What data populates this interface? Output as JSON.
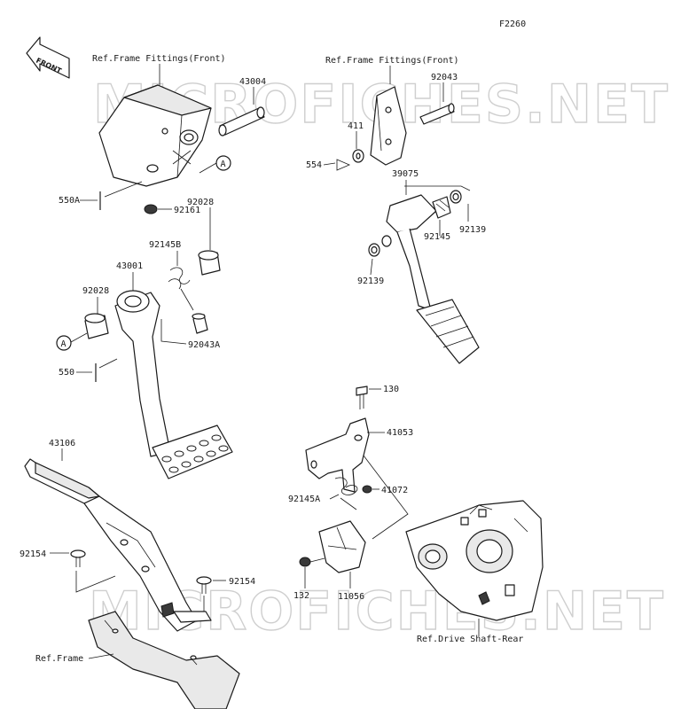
{
  "diagram": {
    "code": "F2260",
    "front_badge": "FRONT",
    "watermark": [
      "MICROFICHES.NET",
      "MICROFICHES.NET"
    ],
    "refs": {
      "frame_front_left": "Ref.Frame Fittings(Front)",
      "frame_front_right": "Ref.Frame Fittings(Front)",
      "frame": "Ref.Frame",
      "drive_shaft": "Ref.Drive Shaft-Rear"
    },
    "callouts": {
      "p43004": "43004",
      "p92043": "92043",
      "p411": "411",
      "p554": "554",
      "p550A": "550A",
      "p92161": "92161",
      "p39075": "39075",
      "p92145": "92145",
      "p92139a": "92139",
      "p92139b": "92139",
      "p92028a": "92028",
      "p92145B": "92145B",
      "p43001": "43001",
      "p92028b": "92028",
      "p92043A": "92043A",
      "p550": "550",
      "p130": "130",
      "p41053": "41053",
      "p43106": "43106",
      "p92145A": "92145A",
      "p41072": "41072",
      "p92154a": "92154",
      "p92154b": "92154",
      "p132": "132",
      "p11056": "11056",
      "circleA1": "A",
      "circleA2": "A"
    }
  }
}
